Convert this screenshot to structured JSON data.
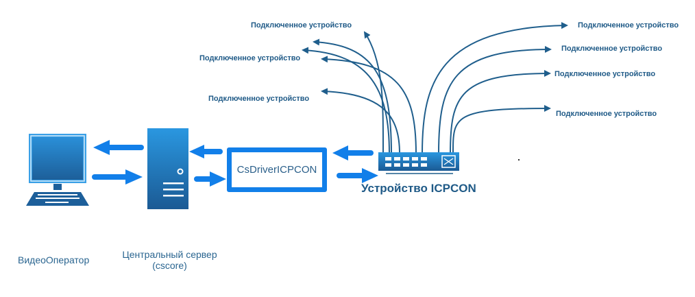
{
  "nodes": {
    "operator": {
      "label": "ВидеоОператор",
      "icon": "computer-monitor-icon"
    },
    "server": {
      "label_line1": "Центральный сервер",
      "label_line2": "(cscore)",
      "icon": "server-tower-icon"
    },
    "driver": {
      "label": "CsDriverICPCON"
    },
    "icpcon": {
      "label": "Устройство ICPCON",
      "icon": "network-switch-icon"
    }
  },
  "connected_devices": [
    {
      "label": "Подключенное устройство",
      "side": "left"
    },
    {
      "label": "Подключенное устройство",
      "side": "left"
    },
    {
      "label": "Подключенное устройство",
      "side": "left"
    },
    {
      "label": "Подключенное устройство",
      "side": "right"
    },
    {
      "label": "Подключенное устройство",
      "side": "right"
    },
    {
      "label": "Подключенное устройство",
      "side": "right"
    },
    {
      "label": "Подключенное устройство",
      "side": "right"
    }
  ],
  "colors": {
    "arrow": "#127fe9",
    "line": "#1f5e8c",
    "icon_top": "#2a94de",
    "icon_bottom": "#1c5c96",
    "text": "#1f5a87"
  }
}
